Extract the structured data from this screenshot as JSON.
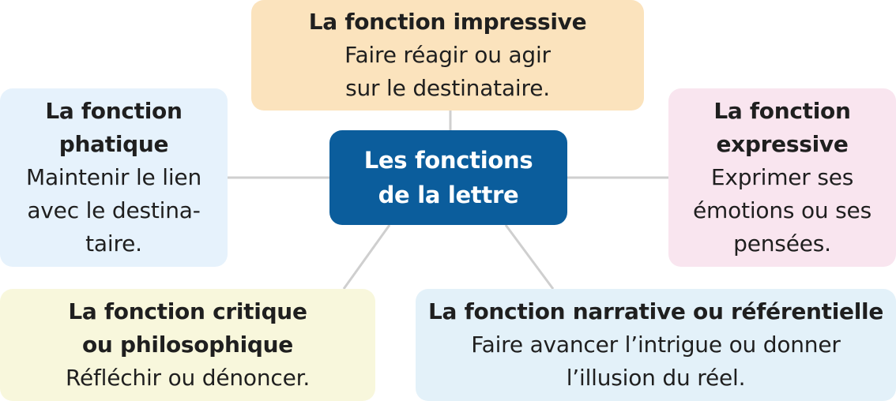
{
  "center": {
    "lines": [
      "Les fonctions",
      "de la lettre"
    ]
  },
  "impressive": {
    "title": "La fonction impressive",
    "desc": [
      "Faire réagir ou agir",
      "sur le destinataire."
    ]
  },
  "phatique": {
    "title": [
      "La fonction",
      "phatique"
    ],
    "desc": [
      "Maintenir le lien",
      "avec le destina-",
      "taire."
    ]
  },
  "expressive": {
    "title": [
      "La fonction",
      "expressive"
    ],
    "desc": [
      "Exprimer ses",
      "émotions ou ses",
      "pensées."
    ]
  },
  "critique": {
    "title": [
      "La fonction critique",
      "ou philosophique"
    ],
    "desc": "Réfléchir ou dénoncer."
  },
  "narrative": {
    "title": "La fonction narrative ou référentielle",
    "desc": [
      "Faire avancer l’intrigue ou donner",
      "l’illusion du réel."
    ]
  },
  "colors": {
    "center": "#0b5d9c",
    "impressive": "#fbe3bd",
    "phatique": "#e6f2fc",
    "expressive": "#f9e5ef",
    "critique": "#f8f7dc",
    "narrative": "#e3f1f9",
    "connector": "#cfcfcf"
  }
}
